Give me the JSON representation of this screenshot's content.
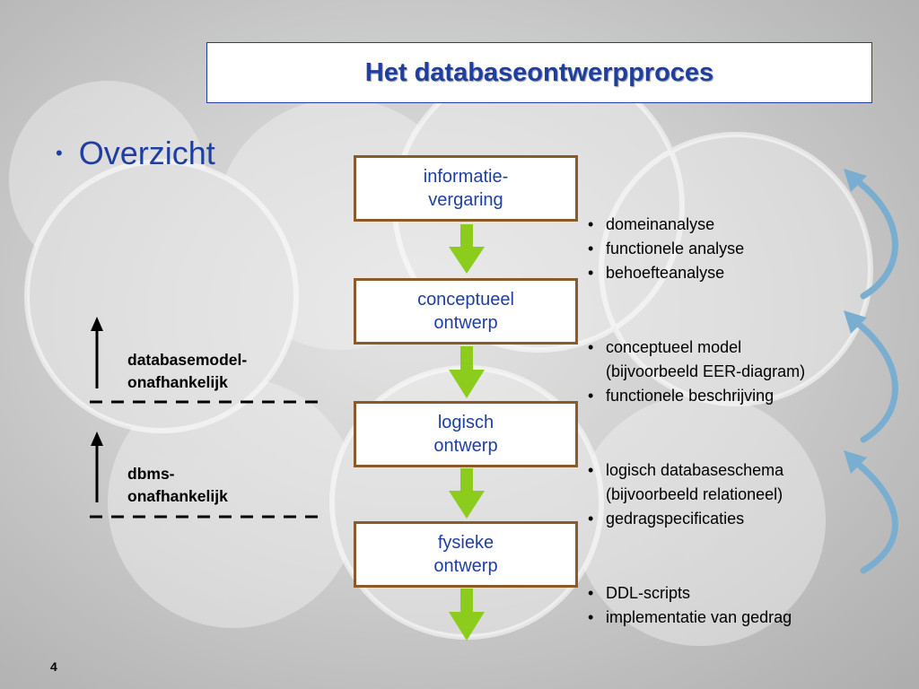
{
  "title": "Het databaseontwerpproces",
  "main_bullet": "Overzicht",
  "stages": [
    {
      "line1": "informatie-",
      "line2": "vergaring"
    },
    {
      "line1": "conceptueel",
      "line2": "ontwerp"
    },
    {
      "line1": "logisch",
      "line2": "ontwerp"
    },
    {
      "line1": "fysieke",
      "line2": "ontwerp"
    }
  ],
  "notes": [
    [
      {
        "text": "domeinanalyse",
        "bullet": true
      },
      {
        "text": "functionele analyse",
        "bullet": true
      },
      {
        "text": "behoefteanalyse",
        "bullet": true
      }
    ],
    [
      {
        "text": "conceptueel model",
        "bullet": true
      },
      {
        "text": "(bijvoorbeeld EER-diagram)",
        "bullet": false
      },
      {
        "text": "functionele beschrijving",
        "bullet": true
      }
    ],
    [
      {
        "text": "logisch databaseschema",
        "bullet": true
      },
      {
        "text": "(bijvoorbeeld relationeel)",
        "bullet": false
      },
      {
        "text": "gedragspecificaties",
        "bullet": true
      }
    ],
    [
      {
        "text": "DDL-scripts",
        "bullet": true
      },
      {
        "text": "implementatie van gedrag",
        "bullet": true
      }
    ]
  ],
  "side_labels": [
    {
      "line1": "databasemodel-",
      "line2": "onafhankelijk"
    },
    {
      "line1": "dbms-",
      "line2": "onafhankelijk"
    }
  ],
  "page_number": "4",
  "bullet_char": "•",
  "colors": {
    "title_text": "#1f3fa0",
    "stage_border": "#8b5a2b",
    "flow_arrow": "#8ccc1c",
    "feedback_arrow": "#7aaed0",
    "dashed_line": "#000000"
  }
}
